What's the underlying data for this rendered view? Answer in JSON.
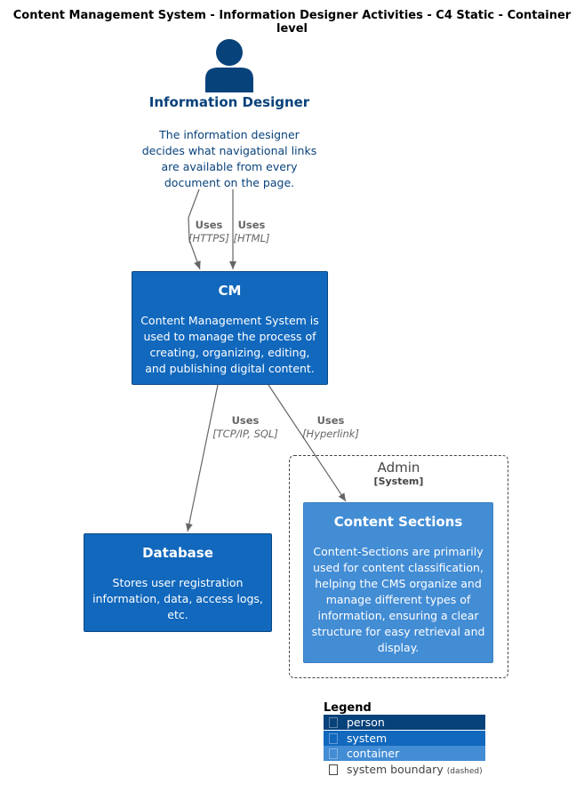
{
  "title": "Content Management System - Information Designer Activities - C4 Static - Container level",
  "colors": {
    "person": "#08427b",
    "system": "#1168bd",
    "container": "#438dd5",
    "relationship": "#666666",
    "boundary": "#444444"
  },
  "person": {
    "icon": "person-icon",
    "name": "Information Designer",
    "description": [
      "The information designer",
      "decides what navigational links",
      "are available from every",
      "document on the page."
    ]
  },
  "systems": {
    "cm": {
      "name": "CM",
      "description": [
        "Content Management System is",
        "used to manage the process of",
        "creating, organizing, editing,",
        "and publishing digital content."
      ]
    },
    "database": {
      "name": "Database",
      "description": [
        "Stores user registration",
        "information, data, access logs,",
        "etc."
      ]
    }
  },
  "boundary": {
    "name": "Admin",
    "type": "[System]"
  },
  "container": {
    "name": "Content Sections",
    "description": [
      "Content-Sections are primarily",
      "used for content classification,",
      "helping the CMS organize and",
      "manage different types of",
      "information, ensuring a clear",
      "structure for easy retrieval and",
      "display."
    ]
  },
  "relationships": {
    "r1": {
      "label": "Uses",
      "tech": "[HTTPS]"
    },
    "r2": {
      "label": "Uses",
      "tech": "[HTML]"
    },
    "r3": {
      "label": "Uses",
      "tech": "[TCP/IP, SQL]"
    },
    "r4": {
      "label": "Uses",
      "tech": "[Hyperlink]"
    }
  },
  "legend": {
    "title": "Legend",
    "items": [
      {
        "label": "person",
        "color": "#08427b"
      },
      {
        "label": "system",
        "color": "#1168bd"
      },
      {
        "label": "container",
        "color": "#438dd5"
      },
      {
        "label": "system boundary",
        "note": "(dashed)"
      }
    ]
  }
}
